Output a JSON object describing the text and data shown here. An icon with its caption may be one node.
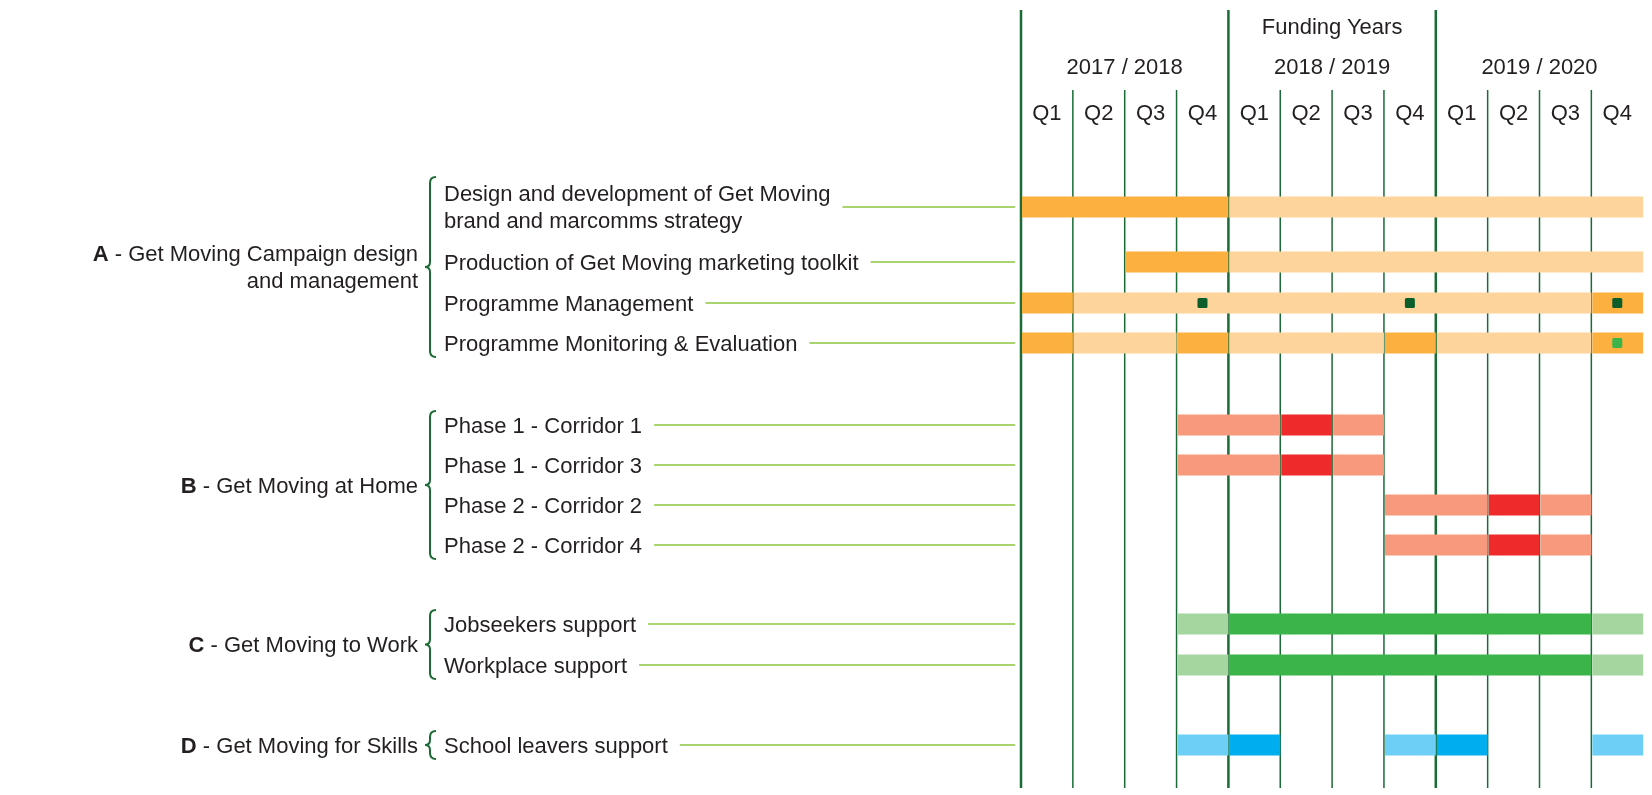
{
  "diagram": {
    "nodes": [
      {
        "text": [
          "Design and development of Get Moving brand and marcomms strategy"
        ]
      },
      {
        "text": [
          "Production of Get Moving marketing toolkit"
        ]
      },
      {
        "text": [
          "Programme Management"
        ]
      },
      {
        "text": [
          "Programme Monitoring & Evaluation"
        ]
      },
      {
        "text": [
          "Phase 1 - Corridor 1"
        ]
      },
      {
        "text": [
          "Phase 1 - Corridor 3"
        ]
      },
      {
        "text": [
          "Phase 2 - Corridor 2"
        ]
      },
      {
        "text": [
          "Phase 2 - Corridor 4"
        ]
      },
      {
        "text": [
          "Jobseekers support"
        ]
      },
      {
        "text": [
          "Workplace support"
        ]
      },
      {
        "text": [
          "School leavers support"
        ]
      }
    ],
    "edges": [
      {
        "from": 0,
        "to": null,
        "arrow": "none"
      },
      {
        "from": 1,
        "to": null,
        "arrow": "none"
      },
      {
        "from": 2,
        "to": null,
        "arrow": "none"
      },
      {
        "from": 3,
        "to": null,
        "arrow": "none"
      },
      {
        "from": 4,
        "to": null,
        "arrow": "none"
      },
      {
        "from": 5,
        "to": null,
        "arrow": "none"
      },
      {
        "from": 6,
        "to": null,
        "arrow": "none"
      },
      {
        "from": 7,
        "to": null,
        "arrow": "none"
      },
      {
        "from": 8,
        "to": null,
        "arrow": "none"
      },
      {
        "from": 9,
        "to": null,
        "arrow": "none"
      },
      {
        "from": 10,
        "to": null,
        "arrow": "none"
      }
    ],
    "labels": [
      "Funding Years",
      "2017 / 2018",
      "2018 / 2019",
      "2019 / 2020",
      "Q1",
      "Q2",
      "Q3",
      "Q4",
      "Q1",
      "Q2",
      "Q3",
      "Q4",
      "Q1",
      "Q2",
      "Q3",
      "Q4",
      "**A** - Get Moving Campaign design and management",
      "**B** - Get Moving at Home",
      "**C** - Get Moving to Work",
      "**D** - Get Moving for Skills"
    ]
  }
}
